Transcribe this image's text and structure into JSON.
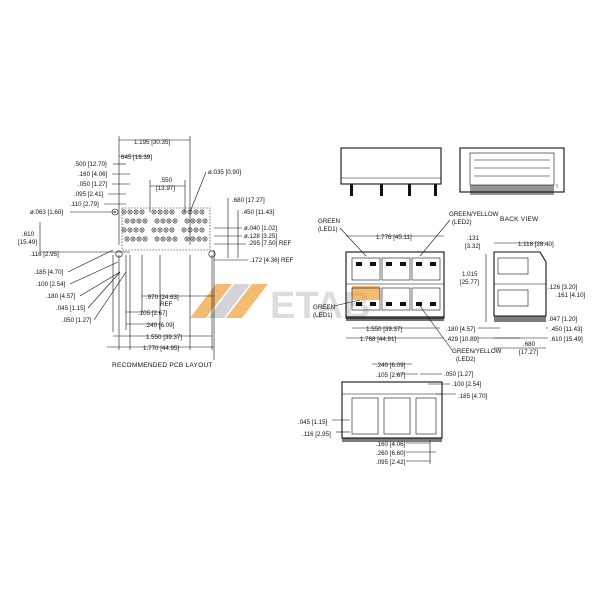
{
  "logo": {
    "text": "ETAB",
    "accent_color": "#f0a038",
    "text_color": "#bfc2c6"
  },
  "captions": {
    "pcb_layout": "RECOMMENDED PCB LAYOUT",
    "back_view": "BACK VIEW",
    "green_led1_top": "GREEN",
    "led1_top": "(LED1)",
    "green_yellow_top": "GREEN/YELLOW",
    "led2_top": "(LED2)",
    "green_led1_bottom": "GREEN",
    "led1_bottom": "(LED1)",
    "green_yellow_bottom": "GREEN/YELLOW",
    "led2_bottom": "(LED2)"
  },
  "pcb_dims": {
    "d1195": "1.195 [30.35]",
    "d645": "645 [16.39]",
    "d500": ".500 [12.70]",
    "d160": ".160 [4.06]",
    "d050a": ".050 [1.27]",
    "d095": ".095 [2.41]",
    "d110": ".110 [2.79]",
    "d063": "ø.063 [1.60]",
    "d610": ".610",
    "d610mm": "[15.49]",
    "d116": ".116 [2.95]",
    "d185": ".185 [4.70]",
    "d100": ".100 [2.54]",
    "d180": ".180 [4.57]",
    "d045": ".045 [1.15]",
    "d050b": ".050 [1.27]",
    "d550": ".550",
    "d550mm": "[13.97]",
    "d035": "ø.035 [0.90]",
    "d680": ".680 [17.27]",
    "d450": ".450 [11.43]",
    "d040": "ø.040 [1.02]",
    "d128": "ø.128 [3.25]",
    "d295": ".295 [7.50] REF",
    "d172": ".172 [4.36] REF",
    "d970": ".970 [24.63]",
    "ref": "REF",
    "d105": ".105 [2.67]",
    "d240": ".240 [6.09]",
    "d1550": "1.550 [39.37]",
    "d1770": "1.770 [44.95]"
  },
  "front_dims": {
    "d1776": "1.776 [45.11]",
    "d1550": "1.550 [39.37]",
    "d1768": "1.768 [44.91]"
  },
  "side_dims": {
    "d131": ".131",
    "d131mm": "[3.32]",
    "d1118": "1.118 [28.40]",
    "d1015": "1.015",
    "d1015mm": "[25.77]",
    "d126": ".126 [3.20]",
    "d161": ".161 [4.10]",
    "d047": ".047 [1.20]",
    "d450": ".450 [11.43]",
    "d610": ".610 [15.49]",
    "d180": ".180 [4.57]",
    "d429": ".429 [10.89]",
    "d680": ".680",
    "d680mm": "[17.27]"
  },
  "bottom_dims": {
    "d240": ".240 [6.09]",
    "d105": ".105 [2.67]",
    "d050": ".050 [1.27]",
    "d100": ".100 [2.54]",
    "d185": ".185 [4.70]",
    "d045": ".045 [1.15]",
    "d116": ".116 [2.95]",
    "d160": ".160 [4.06]",
    "d260": ".260 [6.60]",
    "d095": ".095 [2.42]"
  }
}
